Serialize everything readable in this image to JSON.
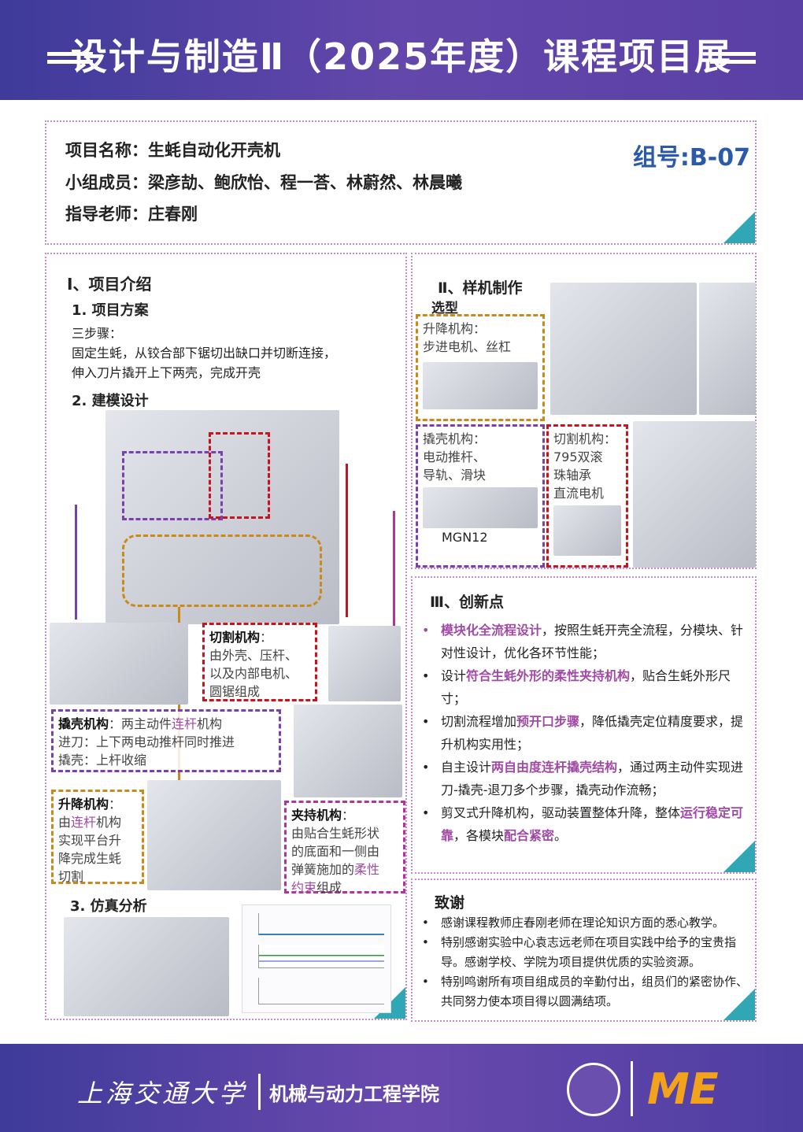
{
  "header": {
    "title": "设计与制造Ⅱ（2025年度）课程项目展"
  },
  "info": {
    "project_label": "项目名称：",
    "project": "生蚝自动化开壳机",
    "members_label": "小组成员：",
    "members": "梁彦劼、鲍欣怡、程一荅、林蔚然、林晨曦",
    "advisor_label": "指导老师：",
    "advisor": "庄春刚",
    "group": "组号:B-07"
  },
  "intro": {
    "title": "Ⅰ、项目介绍",
    "s1": "1. 项目方案",
    "p1": "三步骤：",
    "p2": "固定生蚝，从铰合部下锯切出缺口并切断连接，",
    "p3": "伸入刀片撬开上下两壳，完成开壳",
    "s2": "2. 建模设计",
    "s3": "3. 仿真分析",
    "pry": {
      "title": "撬壳机构",
      "a": "：两主动件",
      "h": "连杆",
      "b": "机构",
      "l2": "进刀：上下两电动推杆同时推进",
      "l3": "撬壳：上杆收缩"
    },
    "cut": {
      "title": "切割机构",
      "l1": "由外壳、压杆、",
      "l2": "以及内部电机、",
      "l3": "圆锯组成"
    },
    "lift": {
      "title": "升降机构",
      "a": "由",
      "h": "连杆",
      "b": "机构",
      "l2": "实现平台升",
      "l3": "降完成生蚝",
      "l4": "切割"
    },
    "clamp": {
      "title": "夹持机构",
      "l1": "由贴合生蚝形状",
      "l2": "的底面和一侧由",
      "l3a": "弹簧施加的",
      "h1": "柔性",
      "h2": "约束",
      "l4b": "组成"
    }
  },
  "proto": {
    "title": "Ⅱ、样机制作",
    "sub": "选型",
    "lift": {
      "title": "升降机构：",
      "l1": "步进电机、丝杠"
    },
    "pry": {
      "title": "撬壳机构：",
      "l1": "电动推杆、",
      "l2": "导轨、滑块",
      "model": "MGN12"
    },
    "cut": {
      "title": "切割机构：",
      "l1": "795双滚",
      "l2": "珠轴承",
      "l3": "直流电机"
    }
  },
  "innov": {
    "title": "Ⅲ、创新点",
    "items": [
      {
        "h": "模块化全流程设计",
        "a": "，按照生蚝开壳全流程，分模块、针对性设计，优化各环节性能；"
      },
      {
        "pre": "设计",
        "h": "符合生蚝外形的柔性夹持机构",
        "a": "，贴合生蚝外形尺寸；"
      },
      {
        "pre": "切割流程增加",
        "h": "预开口步骤",
        "a": "，降低撬壳定位精度要求，提升机构实用性；"
      },
      {
        "pre": "自主设计",
        "h": "两自由度连杆撬壳结构",
        "a": "，通过两主动件实现进刀-撬壳-退刀多个步骤，撬壳动作流畅；"
      },
      {
        "pre": "剪叉式升降机构，驱动装置整体升降，整体",
        "h": "运行稳定可靠",
        "a": "，各模块",
        "h2": "配合紧密",
        "a2": "。"
      }
    ]
  },
  "thanks": {
    "title": "致谢",
    "items": [
      "感谢课程教师庄春刚老师在理论知识方面的悉心教学。",
      "特别感谢实验中心袁志远老师在项目实践中给予的宝贵指导。感谢学校、学院为项目提供优质的实验资源。",
      "特别鸣谢所有项目组成员的辛勤付出，组员们的紧密协作、共同努力使本项目得以圆满结项。"
    ]
  },
  "footer": {
    "university": "上海交通大学",
    "school": "机械与动力工程学院",
    "logo": "ME"
  },
  "colors": {
    "highlight": "#a04aa6",
    "teal": "#2fa7b4",
    "header": "#5a3fa5"
  }
}
